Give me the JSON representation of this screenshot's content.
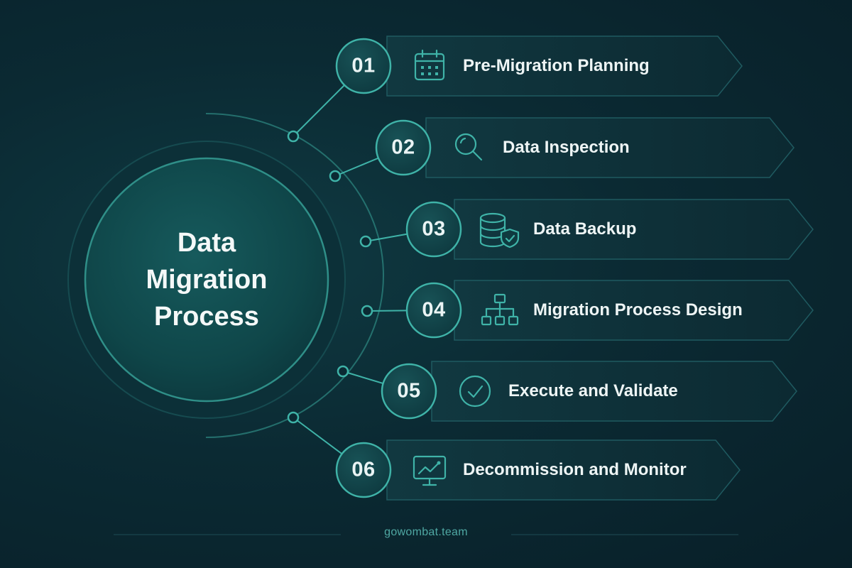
{
  "title_lines": [
    "Data",
    "Migration",
    "Process"
  ],
  "steps": [
    {
      "number": "01",
      "label": "Pre-Migration Planning",
      "icon": "calendar-icon"
    },
    {
      "number": "02",
      "label": "Data Inspection",
      "icon": "magnifier-icon"
    },
    {
      "number": "03",
      "label": "Data Backup",
      "icon": "database-shield-icon"
    },
    {
      "number": "04",
      "label": "Migration Process Design",
      "icon": "hierarchy-icon"
    },
    {
      "number": "05",
      "label": "Execute and Validate",
      "icon": "check-circle-icon"
    },
    {
      "number": "06",
      "label": "Decommission and Monitor",
      "icon": "monitor-chart-icon"
    }
  ],
  "footer": "gowombat.team",
  "colors": {
    "background": "#0b2a33",
    "accent": "#3fb3a8",
    "hub_fill": "#0f4a4e",
    "card_fill": "#0f2f37",
    "text": "#ffffff"
  }
}
